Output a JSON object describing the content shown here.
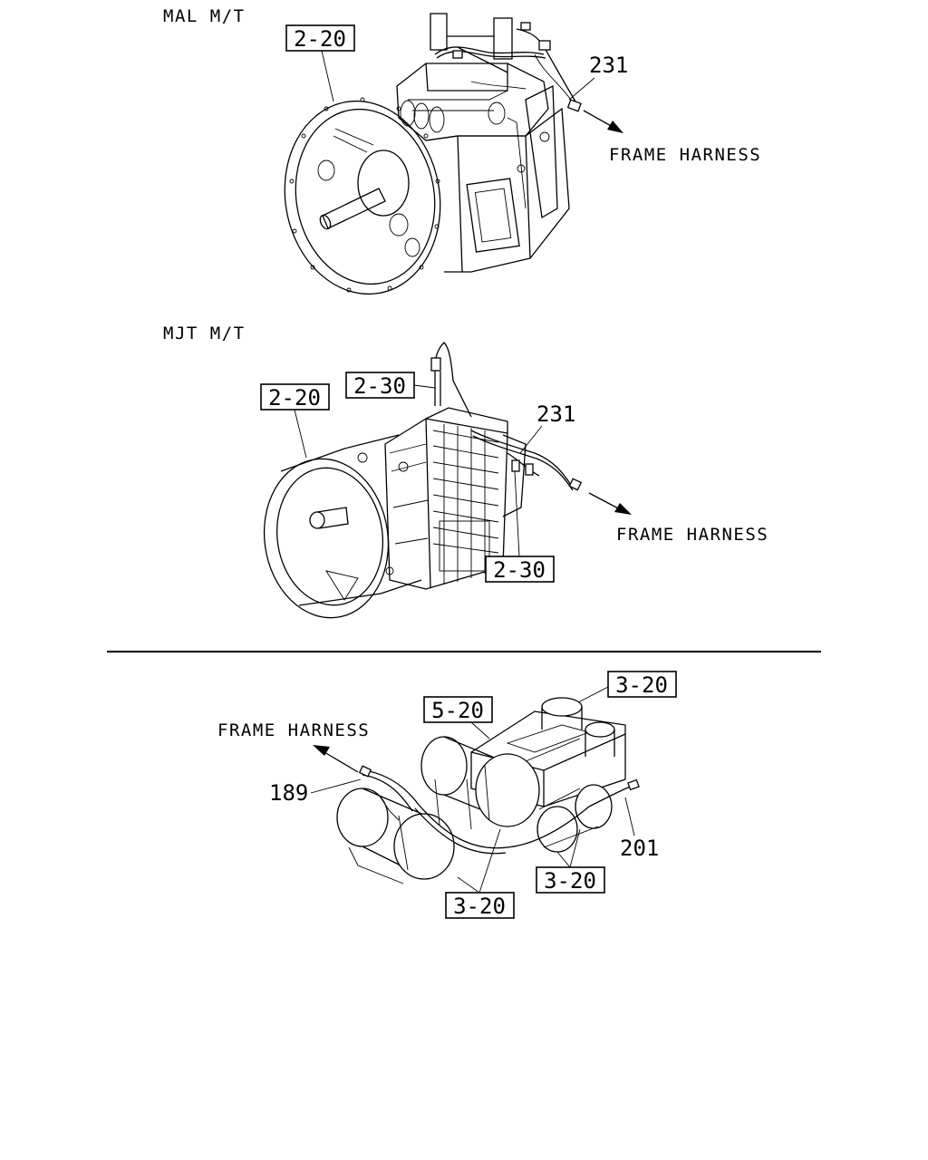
{
  "sections": {
    "mal": {
      "title": "MAL M/T",
      "ref_box": "2-20",
      "part": "231",
      "harness": "FRAME HARNESS"
    },
    "mjt": {
      "title": "MJT M/T",
      "ref_box_main": "2-20",
      "ref_box_top": "2-30",
      "ref_box_bottom": "2-30",
      "part": "231",
      "harness": "FRAME HARNESS"
    },
    "tank": {
      "harness": "FRAME HARNESS",
      "ref_box_top_right": "3-20",
      "ref_box_top": "5-20",
      "ref_box_bottom_right": "3-20",
      "ref_box_bottom": "3-20",
      "part_left": "189",
      "part_right": "201"
    }
  }
}
